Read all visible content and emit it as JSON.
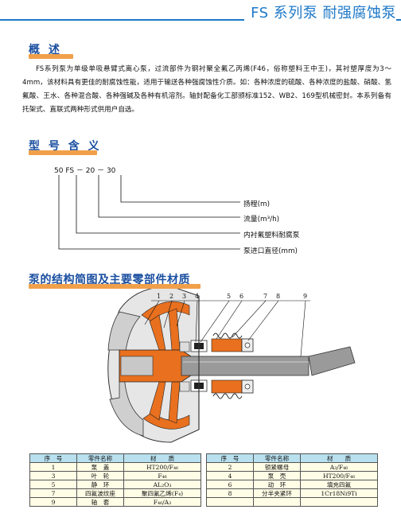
{
  "header": {
    "title": "FS 系列泵  耐强腐蚀泵"
  },
  "overview": {
    "heading": "概 述",
    "text": "FS系列泵为单级单吸悬臂式离心泵，过流部件为钢衬聚全氟乙丙烯(F46，俗称塑料王中王)，其衬塑厚度为3～4mm，该材料具有更佳的耐腐蚀性能，适用于输送各种强腐蚀性介质。如：各种浓度的硫酸、各种浓度的盐酸、硝酸、氢氟酸、王水、各种混合酸、各种强碱及各种有机溶剂。轴封配备化工部颁标准152、WB2、169型机械密封。本系列备有托架式、直联式两种形式供用户自选。"
  },
  "model": {
    "heading": "型 号 含 义",
    "code": "50 FS － 20 － 30",
    "legend": [
      "扬程(m)",
      "流量(m³/h)",
      "内衬氟塑料耐腐泵",
      "泵进口直径(mm)"
    ]
  },
  "structure": {
    "heading": "泵的结构简图及主要零部件材质",
    "callouts": [
      "1",
      "2",
      "3",
      "4",
      "5",
      "6",
      "7",
      "8",
      "9"
    ]
  },
  "table": {
    "headers": [
      "序　号",
      "零件名称",
      "材　　质",
      "序　号",
      "零件名称",
      "材　　质"
    ],
    "rows": [
      [
        "1",
        "泵　盖",
        "HT200/F₄₆",
        "2",
        "锁紧螺母",
        "A₃/F₄₆"
      ],
      [
        "3",
        "叶　轮",
        "F₄₆",
        "4",
        "泵　壳",
        "HT200/F₄₆"
      ],
      [
        "5",
        "静　环",
        "AL₂O₃",
        "6",
        "动　环",
        "填充四氟"
      ],
      [
        "7",
        "四氟波纹座",
        "聚四氟乙烯(F₄)",
        "8",
        "分半夹紧环",
        "1Cr18Ni9Ti"
      ],
      [
        "9",
        "轴　套",
        "F₄₆/A₃",
        "",
        "",
        ""
      ]
    ]
  }
}
